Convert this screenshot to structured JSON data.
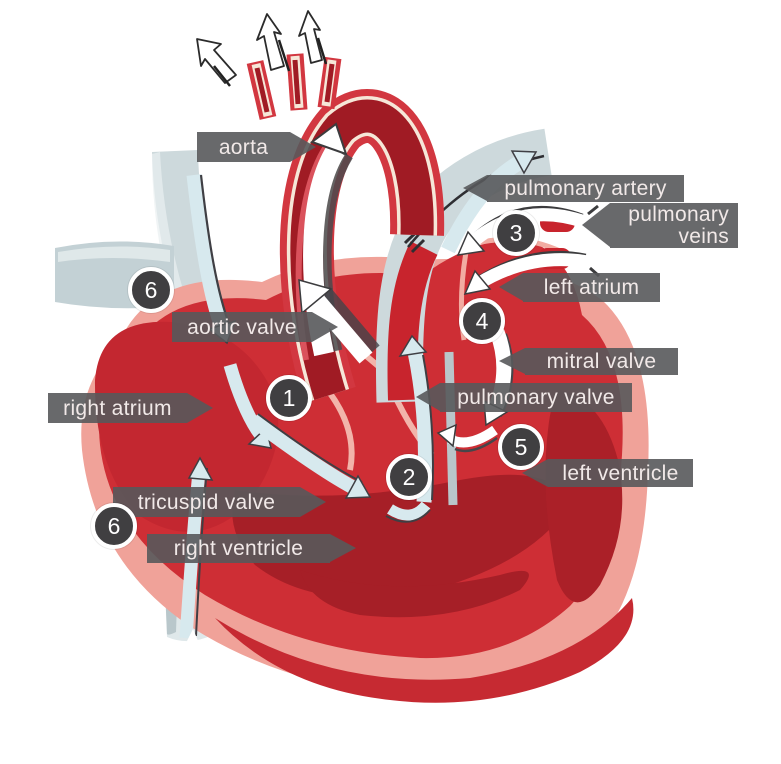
{
  "labels": {
    "aorta": {
      "text": "aorta"
    },
    "pulmonary_artery": {
      "text": "pulmonary artery"
    },
    "pulmonary_veins": {
      "line1": "pulmonary",
      "line2": "veins"
    },
    "left_atrium": {
      "text": "left atrium"
    },
    "aortic_valve": {
      "text": "aortic valve"
    },
    "mitral_valve": {
      "text": "mitral valve"
    },
    "pulmonary_valve": {
      "text": "pulmonary valve"
    },
    "right_atrium": {
      "text": "right atrium"
    },
    "left_ventricle": {
      "text": "left ventricle"
    },
    "tricuspid_valve": {
      "text": "tricuspid valve"
    },
    "right_ventricle": {
      "text": "right ventricle"
    }
  },
  "steps": {
    "s1": "1",
    "s2": "2",
    "s3": "3",
    "s4": "4",
    "s5": "5",
    "s6": "6",
    "s6b": "6"
  },
  "colors": {
    "label_background": "#58595b",
    "label_text": "#f1e9e8",
    "step_circle_fill": "#403f41",
    "step_circle_ring": "#ffffff",
    "heart_red": "#ce2e35",
    "heart_dark_red": "#a61f27",
    "heart_pink_wall": "#f0a299",
    "aorta_red": "#d23740",
    "aorta_lumen": "#a01b24",
    "aorta_inner_line": "#f6e7d8",
    "vessel_gray_blue": "#cdd9dc",
    "flow_arrow_blue": "#d7e9ee",
    "flow_arrow_white": "#ffffff",
    "outline_dark": "#3c3c3e"
  }
}
